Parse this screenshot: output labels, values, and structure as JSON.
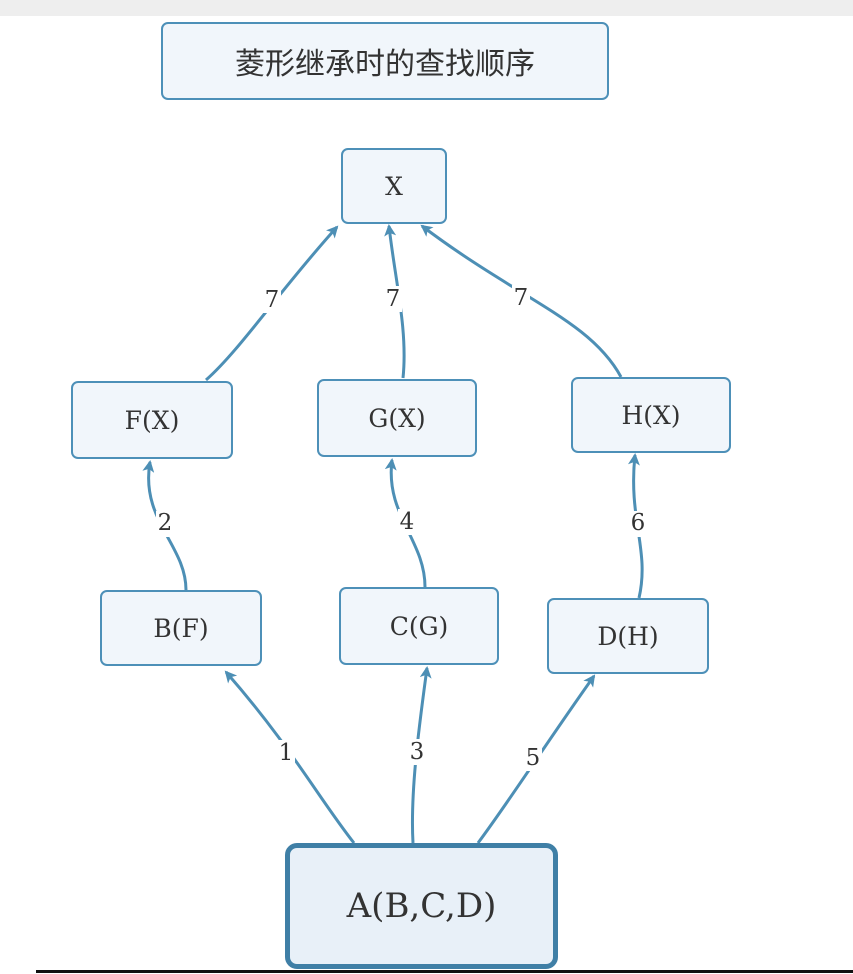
{
  "title": "菱形继承时的查找顺序",
  "nodes": {
    "x": "X",
    "fx": "F(X)",
    "gx": "G(X)",
    "hx": "H(X)",
    "bf": "B(F)",
    "cg": "C(G)",
    "dh": "D(H)",
    "root": "A(B,C,D)"
  },
  "edges": [
    {
      "from": "A(B,C,D)",
      "to": "B(F)",
      "label": "1"
    },
    {
      "from": "B(F)",
      "to": "F(X)",
      "label": "2"
    },
    {
      "from": "A(B,C,D)",
      "to": "C(G)",
      "label": "3"
    },
    {
      "from": "C(G)",
      "to": "G(X)",
      "label": "4"
    },
    {
      "from": "A(B,C,D)",
      "to": "D(H)",
      "label": "5"
    },
    {
      "from": "D(H)",
      "to": "H(X)",
      "label": "6"
    },
    {
      "from": "F(X)",
      "to": "X",
      "label": "7"
    },
    {
      "from": "G(X)",
      "to": "X",
      "label": "7"
    },
    {
      "from": "H(X)",
      "to": "X",
      "label": "7"
    }
  ],
  "colors": {
    "edge": "#4d8fb5",
    "node_border": "#4d90b8",
    "node_fill": "#f1f6fb"
  }
}
